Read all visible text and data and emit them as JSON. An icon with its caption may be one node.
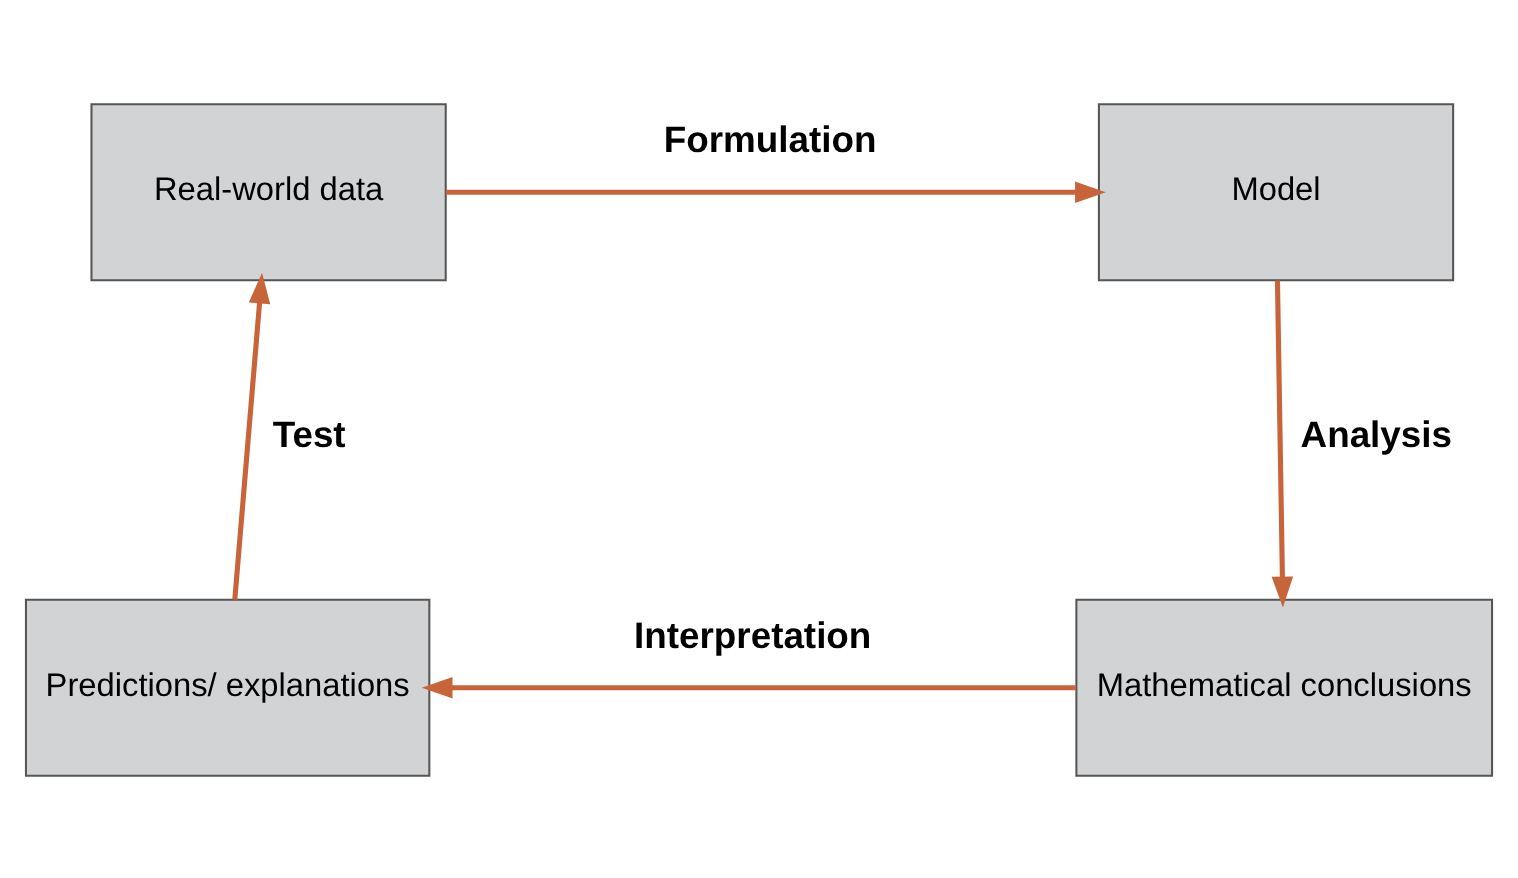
{
  "diagram": {
    "nodes": [
      {
        "text": [
          "Real-world data"
        ]
      },
      {
        "text": [
          "Model"
        ]
      },
      {
        "text": [
          "Predictions/ explanations"
        ]
      },
      {
        "text": [
          "Mathematical conclusions"
        ]
      }
    ],
    "edges": [
      {
        "from": 0,
        "to": 1,
        "arrow": "to",
        "label": "Formulation"
      },
      {
        "from": 1,
        "to": 3,
        "arrow": "to",
        "label": "Analysis"
      },
      {
        "from": 3,
        "to": 2,
        "arrow": "to",
        "label": "Interpretation"
      },
      {
        "from": 2,
        "to": 0,
        "arrow": "to",
        "label": "Test"
      }
    ]
  }
}
